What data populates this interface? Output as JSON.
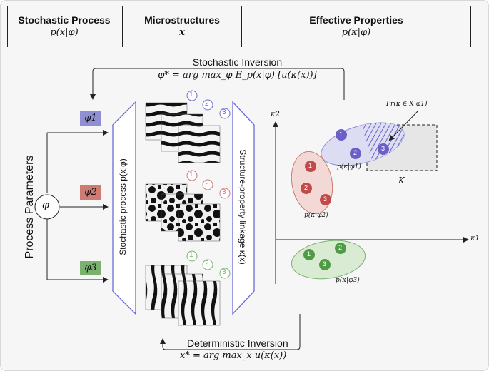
{
  "headers": [
    {
      "title": "Stochastic Process",
      "subtitle": "p(x|φ)"
    },
    {
      "title": "Microstructures",
      "subtitle": "x"
    },
    {
      "title": "Effective Properties",
      "subtitle": "p(κ|φ)"
    }
  ],
  "stochastic_inversion": {
    "label": "Stochastic Inversion",
    "formula": "φ* = arg max_φ E_p(x|φ) [u(κ(x))]"
  },
  "deterministic_inversion": {
    "label": "Deterministic Inversion",
    "formula": "x* = arg max_x u(κ(x))"
  },
  "process_parameters_label": "Process Parameters",
  "phi_node": "φ",
  "params": [
    {
      "label": "φ1",
      "color": "#8f8fd6"
    },
    {
      "label": "φ2",
      "color": "#cf7a72"
    },
    {
      "label": "φ3",
      "color": "#79b16f"
    }
  ],
  "stochastic_process_label": "Stochastic process p(x|φ)",
  "linkage_label": "Structure-property linkage κ(x)",
  "sample_numbers": [
    "1",
    "2",
    "3"
  ],
  "axes": {
    "y": "κ2",
    "x": "κ1"
  },
  "clusters": [
    {
      "label": "p(κ|φ1)",
      "fill": "#dcdcf3",
      "stroke": "#8f8fd6",
      "point": "#6a5fc6",
      "points": [
        "1",
        "2",
        "3"
      ]
    },
    {
      "label": "p(κ|φ2)",
      "fill": "#f3d9d6",
      "stroke": "#cf7a72",
      "point": "#c24a4a",
      "points": [
        "1",
        "2",
        "3"
      ]
    },
    {
      "label": "p(κ|φ3)",
      "fill": "#d9ebd3",
      "stroke": "#79b16f",
      "point": "#4f9a44",
      "points": [
        "1",
        "2",
        "3"
      ]
    }
  ],
  "target_region": {
    "label": "K",
    "annotation": "Pr(κ ∈ K|φ1)"
  }
}
